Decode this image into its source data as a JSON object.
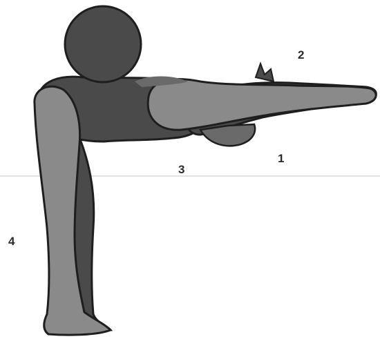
{
  "labels": {
    "one": "1",
    "two": "2",
    "three": "3",
    "four": "4"
  },
  "colors": {
    "background": "#ffffff",
    "dark_body": "#4a4a4a",
    "mid_body": "#6a6a6a",
    "light_body": "#8a8a8a",
    "outline": "#1e1e1e",
    "ground_line": "#e2e2e2"
  }
}
